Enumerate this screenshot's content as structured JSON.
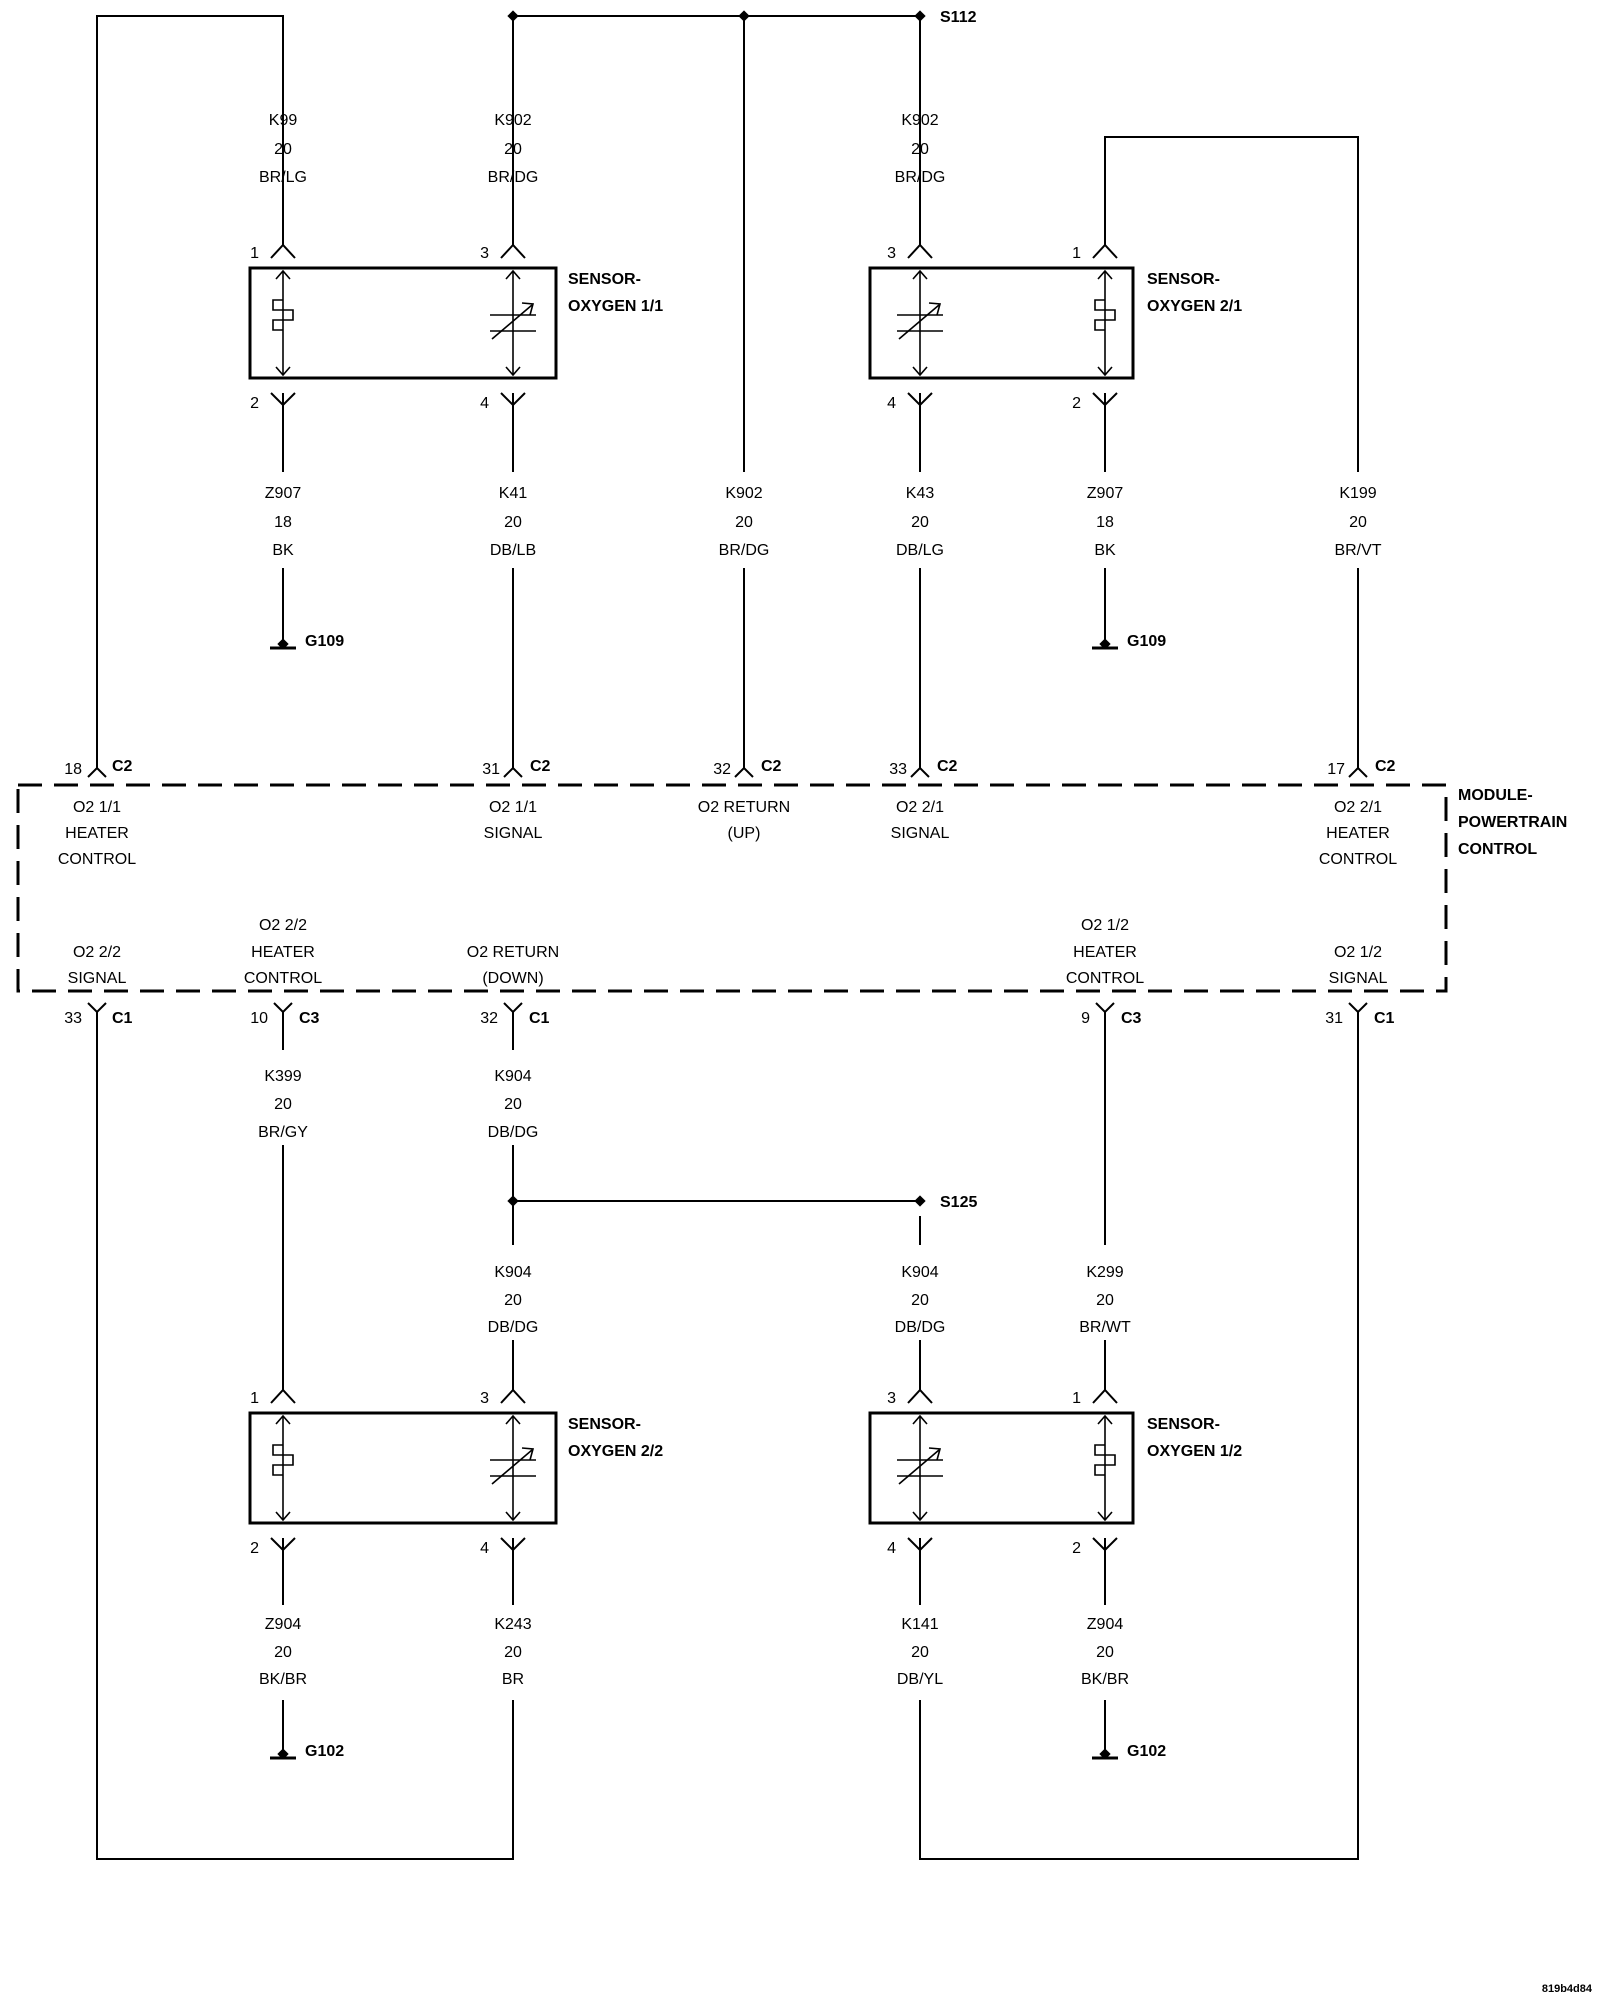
{
  "splices": [
    {
      "id": "S112",
      "label": "S112"
    },
    {
      "id": "S125",
      "label": "S125"
    }
  ],
  "sensors": [
    {
      "id": "o2-1-1",
      "name": [
        "SENSOR-",
        "OXYGEN 1/1"
      ],
      "top": [
        {
          "pin": "1",
          "wire": [
            "K99",
            "20",
            "BR/LG"
          ]
        },
        {
          "pin": "3",
          "wire": [
            "K902",
            "20",
            "BR/DG"
          ]
        }
      ],
      "bottom": [
        {
          "pin": "2",
          "wire": [
            "Z907",
            "18",
            "BK"
          ]
        },
        {
          "pin": "4",
          "wire": [
            "K41",
            "20",
            "DB/LB"
          ]
        }
      ]
    },
    {
      "id": "o2-2-1",
      "name": [
        "SENSOR-",
        "OXYGEN 2/1"
      ],
      "top": [
        {
          "pin": "3",
          "wire": [
            "K902",
            "20",
            "BR/DG"
          ]
        },
        {
          "pin": "1",
          "wire": [
            "",
            "",
            ""
          ]
        }
      ],
      "bottom": [
        {
          "pin": "4",
          "wire": [
            "K43",
            "20",
            "DB/LG"
          ]
        },
        {
          "pin": "2",
          "wire": [
            "Z907",
            "18",
            "BK"
          ]
        }
      ]
    },
    {
      "id": "o2-2-2",
      "name": [
        "SENSOR-",
        "OXYGEN 2/2"
      ],
      "top": [
        {
          "pin": "1",
          "wire": [
            "",
            "",
            ""
          ]
        },
        {
          "pin": "3",
          "wire": [
            "K904",
            "20",
            "DB/DG"
          ]
        }
      ],
      "bottom": [
        {
          "pin": "2",
          "wire": [
            "Z904",
            "20",
            "BK/BR"
          ]
        },
        {
          "pin": "4",
          "wire": [
            "K243",
            "20",
            "BR"
          ]
        }
      ]
    },
    {
      "id": "o2-1-2",
      "name": [
        "SENSOR-",
        "OXYGEN 1/2"
      ],
      "top": [
        {
          "pin": "3",
          "wire": [
            "K904",
            "20",
            "DB/DG"
          ]
        },
        {
          "pin": "1",
          "wire": [
            "K299",
            "20",
            "BR/WT"
          ]
        }
      ],
      "bottom": [
        {
          "pin": "4",
          "wire": [
            "K141",
            "20",
            "DB/YL"
          ]
        },
        {
          "pin": "2",
          "wire": [
            "Z904",
            "20",
            "BK/BR"
          ]
        }
      ]
    }
  ],
  "wires_extra": [
    {
      "id": "k902-mid",
      "wire": [
        "K902",
        "20",
        "BR/DG"
      ]
    },
    {
      "id": "k199",
      "wire": [
        "K199",
        "20",
        "BR/VT"
      ]
    },
    {
      "id": "k399",
      "wire": [
        "K399",
        "20",
        "BR/GY"
      ]
    },
    {
      "id": "k904-pcm",
      "wire": [
        "K904",
        "20",
        "DB/DG"
      ]
    }
  ],
  "grounds": [
    {
      "id": "g109-a",
      "label": "G109"
    },
    {
      "id": "g109-b",
      "label": "G109"
    },
    {
      "id": "g102-a",
      "label": "G102"
    },
    {
      "id": "g102-b",
      "label": "G102"
    }
  ],
  "module": {
    "name": [
      "MODULE-",
      "POWERTRAIN",
      "CONTROL"
    ],
    "top_pins": [
      {
        "pin": "18",
        "connector": "C2",
        "function": [
          "O2 1/1",
          "HEATER",
          "CONTROL"
        ]
      },
      {
        "pin": "31",
        "connector": "C2",
        "function": [
          "O2 1/1",
          "SIGNAL"
        ]
      },
      {
        "pin": "32",
        "connector": "C2",
        "function": [
          "O2 RETURN",
          "(UP)"
        ]
      },
      {
        "pin": "33",
        "connector": "C2",
        "function": [
          "O2 2/1",
          "SIGNAL"
        ]
      },
      {
        "pin": "17",
        "connector": "C2",
        "function": [
          "O2 2/1",
          "HEATER",
          "CONTROL"
        ]
      }
    ],
    "bottom_pins": [
      {
        "pin": "33",
        "connector": "C1",
        "function": [
          "O2 2/2",
          "SIGNAL"
        ]
      },
      {
        "pin": "10",
        "connector": "C3",
        "function": [
          "O2 2/2",
          "HEATER",
          "CONTROL"
        ]
      },
      {
        "pin": "32",
        "connector": "C1",
        "function": [
          "O2 RETURN",
          "(DOWN)"
        ]
      },
      {
        "pin": "9",
        "connector": "C3",
        "function": [
          "O2 1/2",
          "HEATER",
          "CONTROL"
        ]
      },
      {
        "pin": "31",
        "connector": "C1",
        "function": [
          "O2 1/2",
          "SIGNAL"
        ]
      }
    ]
  },
  "diagram_code": "819b4d84"
}
